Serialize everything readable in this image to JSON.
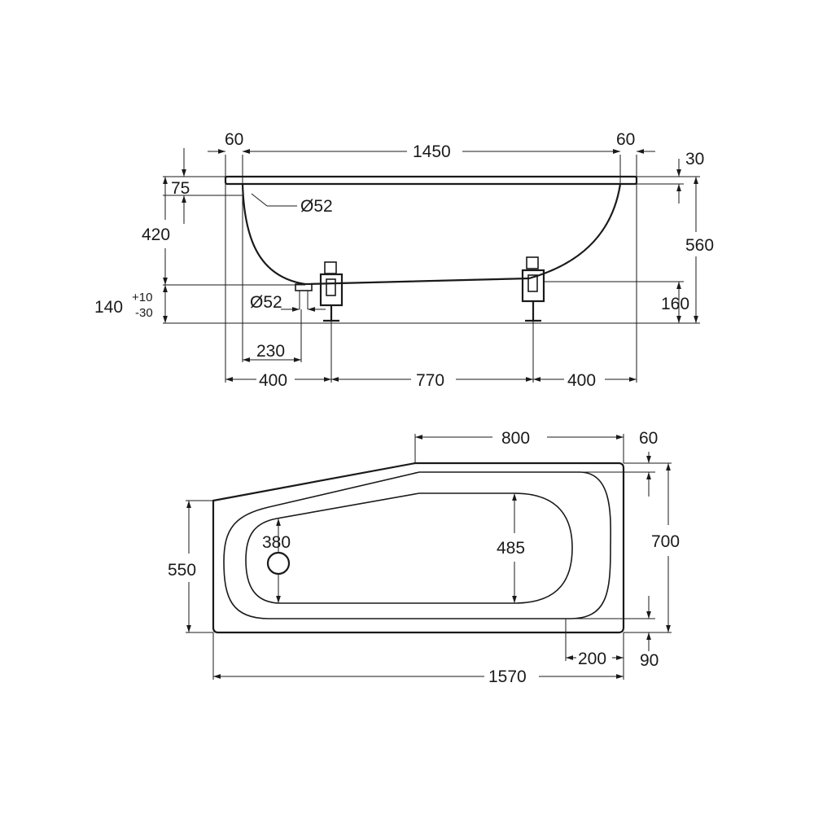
{
  "side_view": {
    "top_left_rim": "60",
    "overall_inner": "1450",
    "top_right_rim": "60",
    "rim_thickness": "30",
    "rim_height_left": "75",
    "bowl_depth_left": "420",
    "leg_height": "140",
    "leg_tol_plus": "+10",
    "leg_tol_minus": "-30",
    "overflow_diameter": "Ø52",
    "drain_diameter": "Ø52",
    "height_right": "560",
    "leg_height_right": "160",
    "drain_offset": "230",
    "foot_offset_left": "400",
    "foot_spacing": "770",
    "foot_offset_right": "400"
  },
  "plan_view": {
    "narrow_width": "800",
    "rim_end": "60",
    "width_max": "700",
    "width_min": "550",
    "drain_position": "380",
    "inner_width": "485",
    "end_offset": "200",
    "rim_side": "90",
    "overall_length": "1570"
  }
}
